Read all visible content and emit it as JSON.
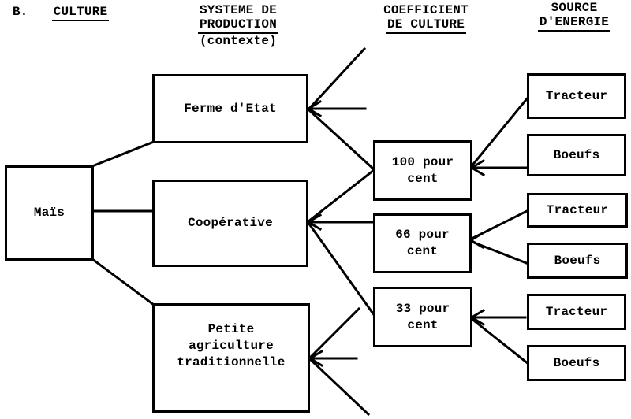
{
  "figure": {
    "section_label": "B.",
    "columns": {
      "culture": {
        "title": "CULTURE"
      },
      "systeme": {
        "line1": "SYSTEME DE",
        "line2": "PRODUCTION",
        "line3": "(contexte)"
      },
      "coefficient": {
        "line1": "COEFFICIENT",
        "line2": "DE CULTURE"
      },
      "source": {
        "line1": "SOURCE",
        "line2": "D'ENERGIE"
      }
    },
    "nodes": {
      "culture": {
        "label": "Maïs"
      },
      "systems": [
        {
          "label": "Ferme d'Etat"
        },
        {
          "label": "Coopérative"
        },
        {
          "label": "Petite\nagriculture\ntraditionnelle"
        }
      ],
      "coefficients": [
        {
          "label": "100 pour\ncent"
        },
        {
          "label": "66 pour\ncent"
        },
        {
          "label": "33 pour\ncent"
        }
      ],
      "sources": [
        {
          "label": "Tracteur"
        },
        {
          "label": "Boeufs"
        },
        {
          "label": "Tracteur"
        },
        {
          "label": "Boeufs"
        },
        {
          "label": "Tracteur"
        },
        {
          "label": "Boeufs"
        }
      ]
    },
    "colors": {
      "ink": "#000000",
      "paper": "#ffffff"
    }
  }
}
